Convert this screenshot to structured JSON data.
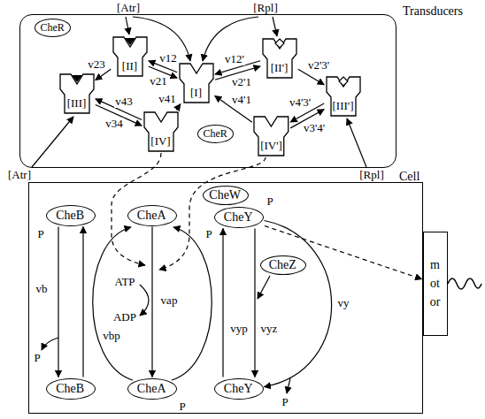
{
  "diagram": {
    "nodes": [
      {
        "text": [
          "Transducers"
        ]
      },
      {
        "text": [
          "CheR"
        ],
        "in": 0
      },
      {
        "text": [
          "[II]"
        ],
        "in": 0
      },
      {
        "text": [
          "[I]"
        ],
        "in": 0
      },
      {
        "text": [
          "[II']"
        ],
        "in": 0
      },
      {
        "text": [
          "[III]"
        ],
        "in": 0
      },
      {
        "text": [
          "[III']"
        ],
        "in": 0
      },
      {
        "text": [
          "[IV]"
        ],
        "in": 0
      },
      {
        "text": [
          "[IV']"
        ],
        "in": 0
      },
      {
        "text": [
          "CheR"
        ],
        "in": 0
      },
      {
        "text": [
          "Cell"
        ]
      },
      {
        "text": [
          "CheB"
        ],
        "in": 10
      },
      {
        "text": [
          "CheA"
        ],
        "in": 10
      },
      {
        "text": [
          "CheW"
        ],
        "in": 10
      },
      {
        "text": [
          "CheY"
        ],
        "in": 10
      },
      {
        "text": [
          "CheZ"
        ],
        "in": 10
      },
      {
        "text": [
          "CheB"
        ],
        "in": 10
      },
      {
        "text": [
          "CheA"
        ],
        "in": 10
      },
      {
        "text": [
          "CheY"
        ],
        "in": 10
      },
      {
        "text": [
          "motor"
        ]
      }
    ],
    "edges": [
      {
        "from": 3,
        "to": 2,
        "label": "v12",
        "arrow": "to"
      },
      {
        "from": 2,
        "to": 3,
        "label": "v21",
        "arrow": "to"
      },
      {
        "from": 3,
        "to": 4,
        "label": "v12'",
        "arrow": "to"
      },
      {
        "from": 4,
        "to": 3,
        "label": "v2'1",
        "arrow": "to"
      },
      {
        "from": 2,
        "to": 5,
        "label": "v23",
        "arrow": "to"
      },
      {
        "from": 4,
        "to": 6,
        "label": "v2'3'",
        "arrow": "to"
      },
      {
        "from": 7,
        "to": 5,
        "label": "v43",
        "arrow": "to"
      },
      {
        "from": 5,
        "to": 7,
        "label": "v34",
        "arrow": "to"
      },
      {
        "from": 7,
        "to": 3,
        "label": "v41",
        "arrow": "to"
      },
      {
        "from": 8,
        "to": 3,
        "label": "v4'1",
        "arrow": "to"
      },
      {
        "from": 8,
        "to": 6,
        "label": "v4'3'",
        "arrow": "to"
      },
      {
        "from": 6,
        "to": 8,
        "label": "v3'4'",
        "arrow": "to"
      },
      {
        "from": 11,
        "to": 16,
        "label": "vb",
        "arrow": "to"
      },
      {
        "from": 16,
        "to": 11,
        "label": "vbp",
        "arrow": "to"
      },
      {
        "from": 12,
        "to": 17,
        "label": "vap",
        "arrow": "to"
      },
      {
        "from": 18,
        "to": 14,
        "label": "vyp",
        "arrow": "to"
      },
      {
        "from": 14,
        "to": 18,
        "label": "vyz",
        "arrow": "to"
      },
      {
        "from": 14,
        "to": 18,
        "label": "vy",
        "arrow": "to"
      },
      {
        "from": 14,
        "to": 19,
        "arrow": "to"
      }
    ],
    "labels": [
      "[Atr]",
      "[Rpl]",
      "[Atr]",
      "[Rpl]",
      "P",
      "P",
      "ATP",
      "ADP",
      "P",
      "P",
      "P",
      "P"
    ]
  }
}
